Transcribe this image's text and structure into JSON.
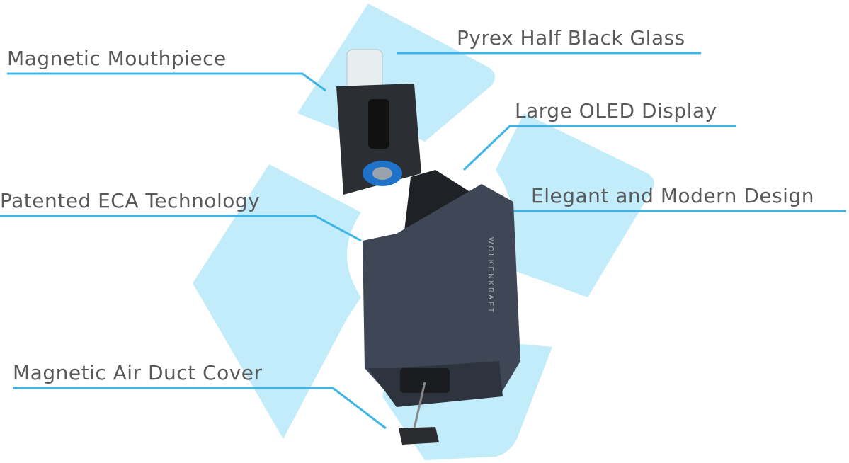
{
  "labels": {
    "mouthpiece": "Magnetic Mouthpiece",
    "glass": "Pyrex Half Black Glass",
    "display": "Large OLED Display",
    "design": "Elegant and Modern Design",
    "eca": "Patented ECA Technology",
    "air_duct": "Magnetic Air Duct Cover"
  },
  "device": {
    "brand": "WOLKENKRAFT"
  },
  "colors": {
    "leader_line": "#3db5e6",
    "background_shape": "#c3ecfb",
    "label_text": "#58595b",
    "device_body": "#3f4756"
  }
}
